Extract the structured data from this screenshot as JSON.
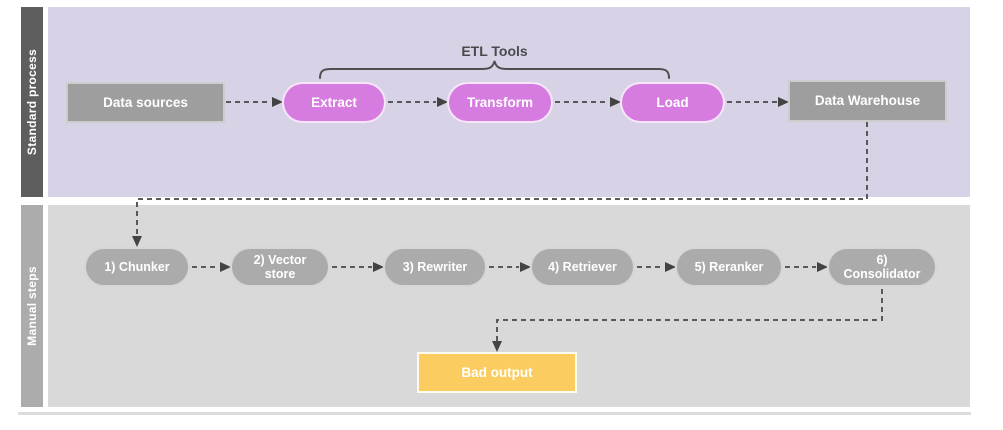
{
  "annotations": {
    "brace_label": "ETL Tools",
    "brace_spans": [
      "Extract",
      "Transform",
      "Load"
    ]
  },
  "lanes": [
    {
      "label": "Standard process",
      "nodes": [
        {
          "label": "Data sources",
          "shape": "rectangle",
          "fill": "#9E9E9E"
        },
        {
          "label": "Extract",
          "shape": "pill",
          "fill": "#D67CE0"
        },
        {
          "label": "Transform",
          "shape": "pill",
          "fill": "#D67CE0"
        },
        {
          "label": "Load",
          "shape": "pill",
          "fill": "#D67CE0"
        },
        {
          "label": "Data Warehouse",
          "shape": "rectangle",
          "fill": "#9E9E9E"
        }
      ]
    },
    {
      "label": "Manual steps",
      "nodes": [
        {
          "label": "1) Chunker",
          "shape": "pill",
          "fill": "#ABABAB"
        },
        {
          "label": "2) Vector store",
          "shape": "pill",
          "fill": "#ABABAB"
        },
        {
          "label": "3) Rewriter",
          "shape": "pill",
          "fill": "#ABABAB"
        },
        {
          "label": "4) Retriever",
          "shape": "pill",
          "fill": "#ABABAB"
        },
        {
          "label": "5) Reranker",
          "shape": "pill",
          "fill": "#ABABAB"
        },
        {
          "label": "6) Consolidator",
          "shape": "pill",
          "fill": "#ABABAB"
        },
        {
          "label": "Bad output",
          "shape": "rectangle",
          "fill": "#FBCD60"
        }
      ]
    }
  ],
  "edges": [
    {
      "from": "Data sources",
      "to": "Extract",
      "style": "dashed-arrow"
    },
    {
      "from": "Extract",
      "to": "Transform",
      "style": "dashed-arrow"
    },
    {
      "from": "Transform",
      "to": "Load",
      "style": "dashed-arrow"
    },
    {
      "from": "Load",
      "to": "Data Warehouse",
      "style": "dashed-arrow"
    },
    {
      "from": "Data Warehouse",
      "to": "1) Chunker",
      "style": "dashed-arrow"
    },
    {
      "from": "1) Chunker",
      "to": "2) Vector store",
      "style": "dashed-arrow"
    },
    {
      "from": "2) Vector store",
      "to": "3) Rewriter",
      "style": "dashed-arrow"
    },
    {
      "from": "3) Rewriter",
      "to": "4) Retriever",
      "style": "dashed-arrow"
    },
    {
      "from": "4) Retriever",
      "to": "5) Reranker",
      "style": "dashed-arrow"
    },
    {
      "from": "5) Reranker",
      "to": "6) Consolidator",
      "style": "dashed-arrow"
    },
    {
      "from": "6) Consolidator",
      "to": "Bad output",
      "style": "dashed-arrow"
    }
  ],
  "colors": {
    "lane1_background": "#D8D2E7",
    "lane1_label_bar": "#5E5E5E",
    "lane2_background": "#D9D9D9",
    "lane2_label_bar": "#ACACAC",
    "gray_rect_fill": "#9E9E9E",
    "gray_pill_fill": "#ABABAB",
    "pink_pill_fill": "#D67CE0",
    "yellow_rect_fill": "#FBCD60",
    "connector_stroke": "#595959",
    "shape_text": "#FFFFFF"
  }
}
